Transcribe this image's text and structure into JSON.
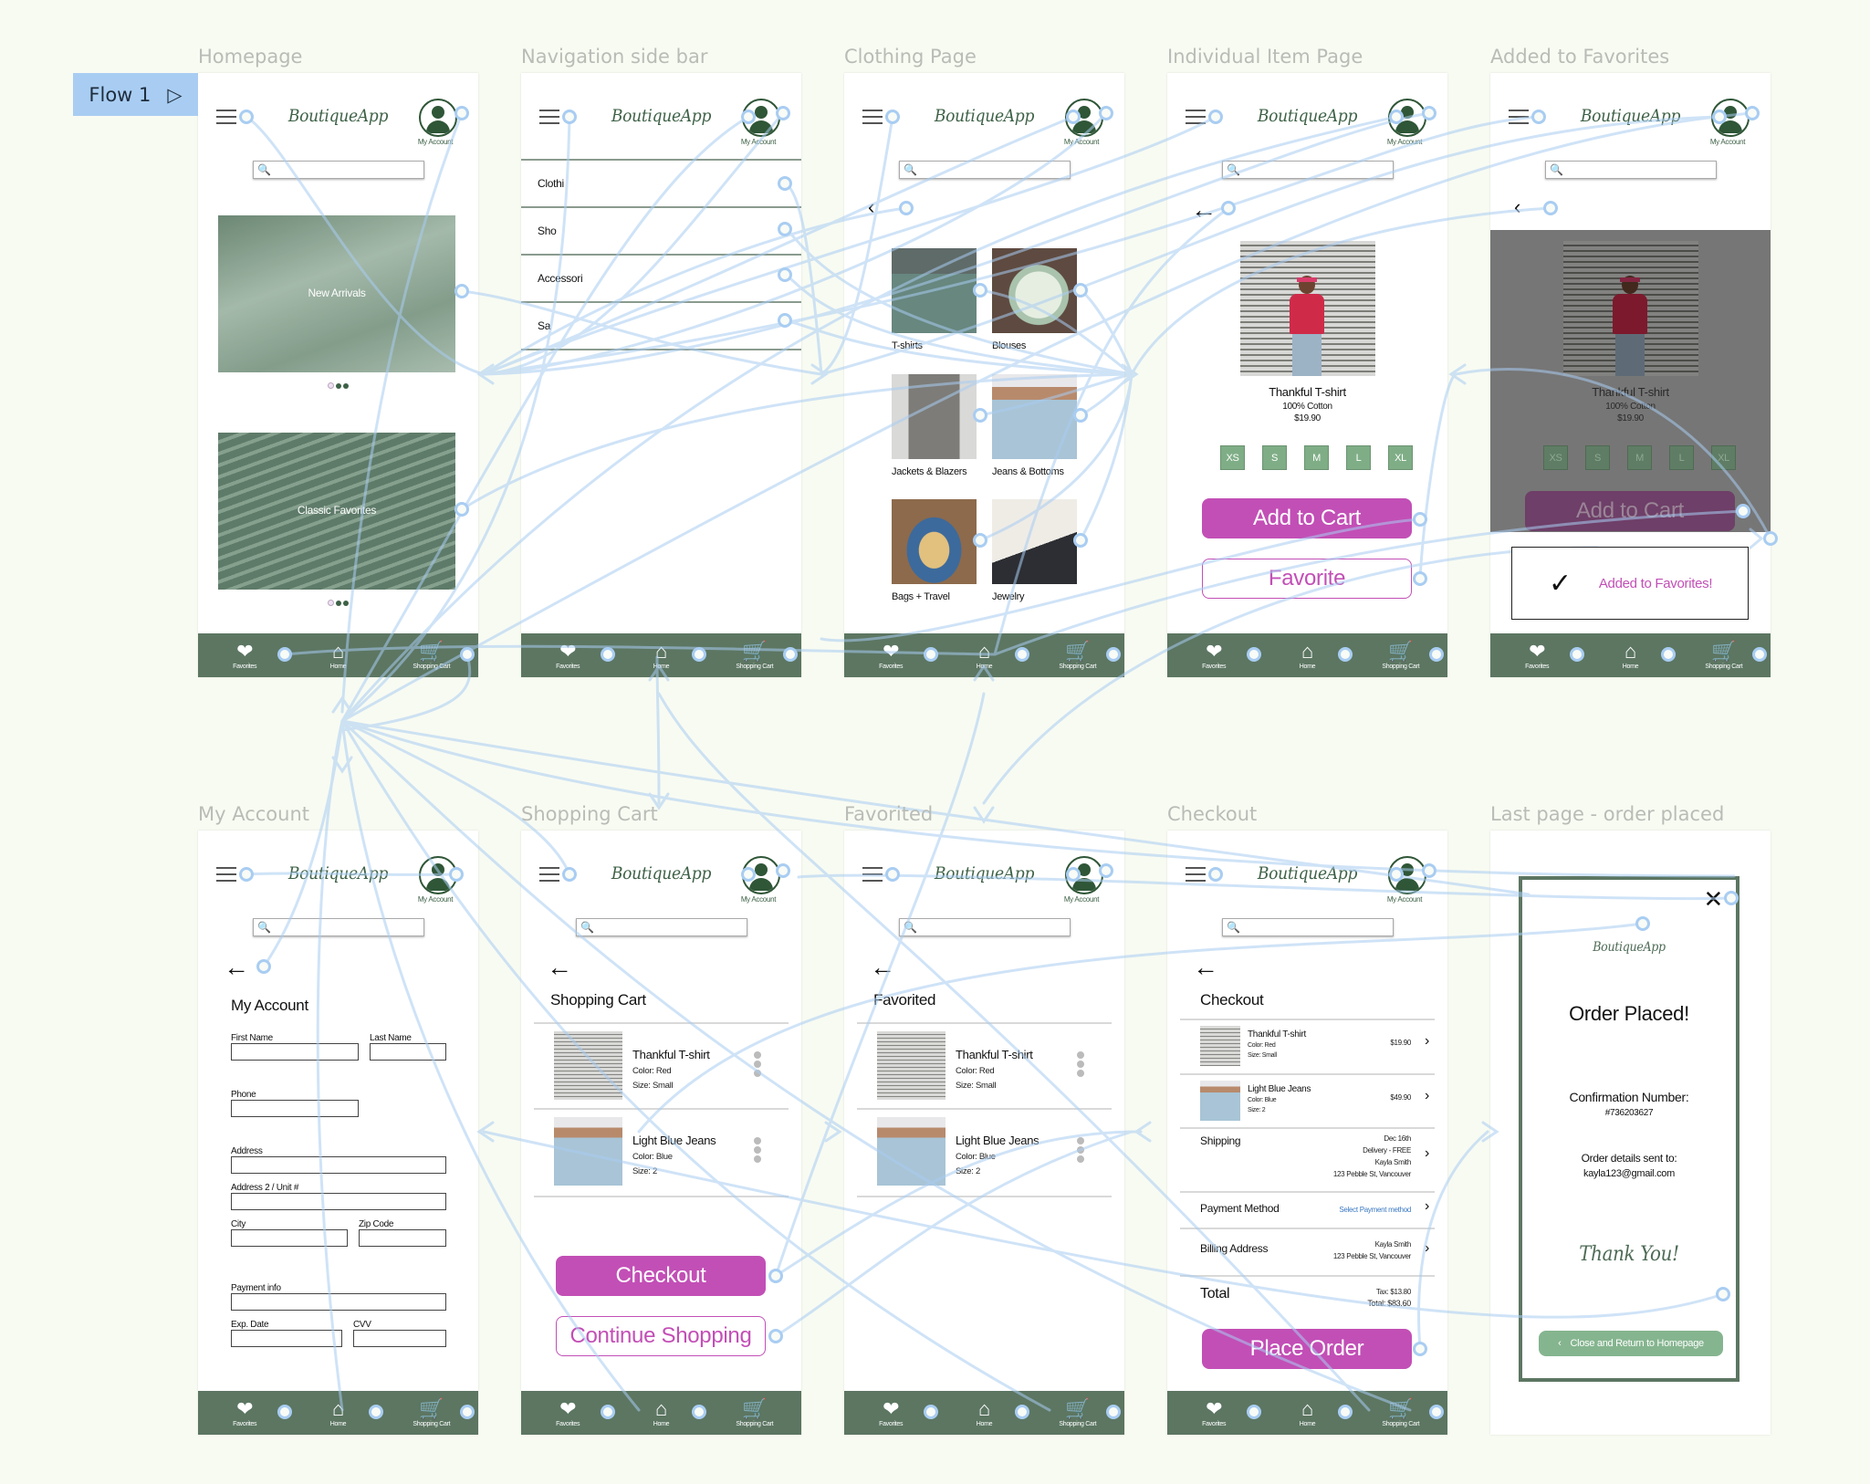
{
  "flow": {
    "label": "Flow 1",
    "play_icon": "play-triangle-icon"
  },
  "colors": {
    "accent": "#c24fb6",
    "brand_green": "#5c7662",
    "connector": "#a9cdf2",
    "size_chip": "#7fae86",
    "canvas": "#f8fbf2"
  },
  "app": {
    "logo": "BoutiqueApp",
    "account_label": "My Account",
    "search_placeholder": "",
    "nav": {
      "favorites": "Favorites",
      "home": "Home",
      "cart": "Shopping Cart"
    }
  },
  "frames": {
    "homepage": {
      "title": "Homepage",
      "banners": [
        {
          "caption": "New Arrivals"
        },
        {
          "caption": "Classic Favorites"
        }
      ],
      "carousel_pages": 3,
      "carousel_active": 1
    },
    "navigation": {
      "title": "Navigation side bar",
      "items": [
        "Clothi",
        "Sho",
        "Accessori",
        "Sa"
      ]
    },
    "clothing": {
      "title": "Clothing Page",
      "categories": [
        "T-shirts",
        "Blouses",
        "Jackets & Blazers",
        "Jeans & Bottoms",
        "Bags + Travel",
        "Jewelry"
      ]
    },
    "item": {
      "title": "Individual Item Page",
      "product_name": "Thankful T-shirt",
      "material": "100% Cotton",
      "price": "$19.90",
      "sizes": [
        "XS",
        "S",
        "M",
        "L",
        "XL"
      ],
      "add_to_cart": "Add to Cart",
      "favorite": "Favorite"
    },
    "added_fav": {
      "title": "Added to Favorites",
      "toast": "Added to Favorites!"
    },
    "account": {
      "title": "My Account",
      "heading": "My Account",
      "fields": {
        "first_name": "First Name",
        "last_name": "Last Name",
        "phone": "Phone",
        "address": "Address",
        "address2": "Address 2 / Unit #",
        "city": "City",
        "zip": "Zip Code",
        "payment": "Payment info",
        "exp": "Exp. Date",
        "cvv": "CVV"
      }
    },
    "cart": {
      "title": "Shopping Cart",
      "heading": "Shopping Cart",
      "items": [
        {
          "name": "Thankful T-shirt",
          "color": "Color: Red",
          "size": "Size: Small"
        },
        {
          "name": "Light Blue Jeans",
          "color": "Color: Blue",
          "size": "Size: 2"
        }
      ],
      "checkout": "Checkout",
      "continue": "Continue Shopping"
    },
    "favorited": {
      "title": "Favorited",
      "heading": "Favorited",
      "items": [
        {
          "name": "Thankful T-shirt",
          "color": "Color: Red",
          "size": "Size: Small"
        },
        {
          "name": "Light Blue Jeans",
          "color": "Color: Blue",
          "size": "Size: 2"
        }
      ]
    },
    "checkout": {
      "title": "Checkout",
      "heading": "Checkout",
      "items": [
        {
          "name": "Thankful T-shirt",
          "color": "Color: Red",
          "size": "Size: Small",
          "price": "$19.90"
        },
        {
          "name": "Light Blue Jeans",
          "color": "Color: Blue",
          "size": "Size: 2",
          "price": "$49.90"
        }
      ],
      "shipping_label": "Shipping",
      "shipping_lines": [
        "Dec 16th",
        "Delivery - FREE",
        "Kayla Smith",
        "123 Pebble St, Vancouver"
      ],
      "payment_label": "Payment Method",
      "payment_value": "Select Payment method",
      "billing_label": "Billing Address",
      "billing_lines": [
        "Kayla Smith",
        "123 Pebble St, Vancouver"
      ],
      "total_label": "Total",
      "tax": "Tax:  $13.80",
      "total": "Total:  $83.60",
      "place_order": "Place Order"
    },
    "order_placed": {
      "title": "Last page - order placed",
      "heading": "Order Placed!",
      "confirmation_label": "Confirmation Number:",
      "confirmation_number": "#736203627",
      "sent_label": "Order details sent to:",
      "email": "kayla123@gmail.com",
      "thanks": "Thank You!",
      "return_button": "Close and Return to Homepage"
    }
  }
}
